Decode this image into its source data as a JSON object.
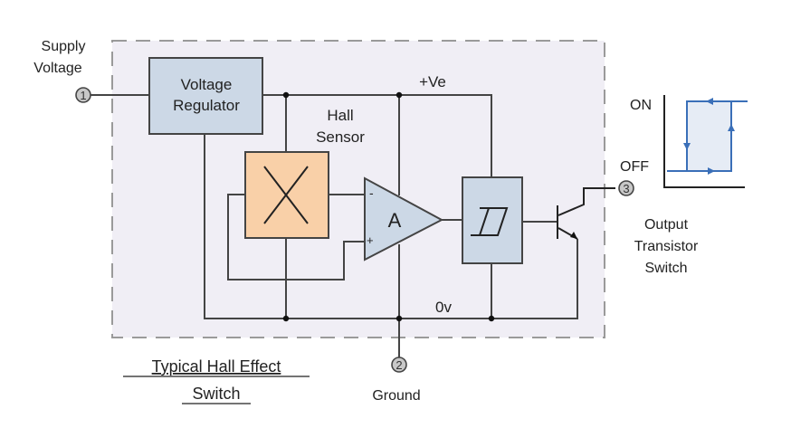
{
  "diagram": {
    "title_line1": "Typical Hall Effect",
    "title_line2": "Switch",
    "colors": {
      "enclosure_fill": "#f0eef5",
      "enclosure_border": "#9a9a9a",
      "block_blue": "#ccd8e6",
      "hall_sensor_fill": "#f9d0a8",
      "hysteresis_line": "#3a6fb8",
      "hysteresis_fill": "#e6ecf5"
    },
    "blocks": {
      "regulator_line1": "Voltage",
      "regulator_line2": "Regulator",
      "hall_label_line1": "Hall",
      "hall_label_line2": "Sensor",
      "amplifier_label": "A",
      "amp_minus": "-",
      "amp_plus": "+"
    },
    "rails": {
      "positive": "+Ve",
      "ground": "0v"
    },
    "pins": [
      {
        "number": "1",
        "label_line1": "Supply",
        "label_line2": "Voltage"
      },
      {
        "number": "2",
        "label_line1": "Ground"
      },
      {
        "number": "3",
        "label_line1": "Output",
        "label_line2": "Transistor",
        "label_line3": "Switch"
      }
    ],
    "hysteresis": {
      "on_label": "ON",
      "off_label": "OFF"
    }
  }
}
